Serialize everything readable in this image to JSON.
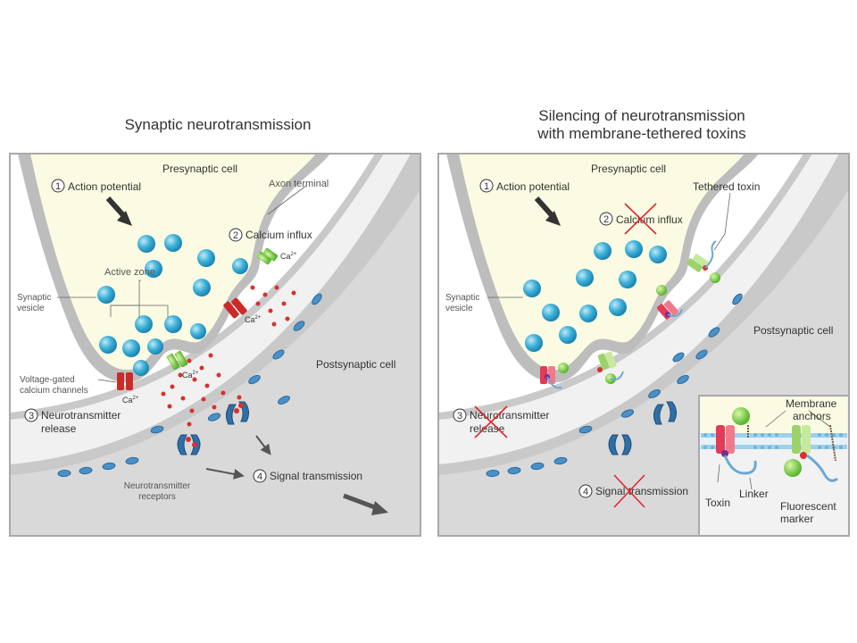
{
  "left_panel": {
    "title": "Synaptic neurotransmission",
    "presynaptic_cell": "Presynaptic cell",
    "postsynaptic_cell": "Postsynaptic cell",
    "axon_terminal": "Axon terminal",
    "active_zone": "Active zone",
    "synaptic_vesicle": [
      "Synaptic",
      "vesicle"
    ],
    "voltage_gated": [
      "Voltage-gated",
      "calcium channels"
    ],
    "receptors": [
      "Neurotransmitter",
      "receptors"
    ],
    "ca_label": "Ca",
    "ca_sup": "2+",
    "steps": [
      {
        "num": "1",
        "label": "Action potential"
      },
      {
        "num": "2",
        "label": "Calcium influx"
      },
      {
        "num": "3",
        "label": "Neurotransmitter",
        "label2": "release"
      },
      {
        "num": "4",
        "label": "Signal transmission"
      }
    ]
  },
  "right_panel": {
    "title_line1": "Silencing of neurotransmission",
    "title_line2": "with membrane-tethered toxins",
    "presynaptic_cell": "Presynaptic cell",
    "postsynaptic_cell": "Postsynaptic cell",
    "tethered_toxin": "Tethered toxin",
    "synaptic_vesicle": [
      "Synaptic",
      "vesicle"
    ],
    "steps": [
      {
        "num": "1",
        "label": "Action potential",
        "blocked": false
      },
      {
        "num": "2",
        "label": "Calcium influx",
        "blocked": true
      },
      {
        "num": "3",
        "label": "Neurotransmitter",
        "label2": "release",
        "blocked": true
      },
      {
        "num": "4",
        "label": "Signal transmission",
        "blocked": true
      }
    ],
    "inset": {
      "membrane_anchors": [
        "Membrane",
        "anchors"
      ],
      "toxin": "Toxin",
      "linker": "Linker",
      "fluorescent_marker": [
        "Fluorescent",
        "marker"
      ]
    }
  },
  "colors": {
    "presynaptic_fill": "#fbfbe3",
    "membrane": "#c8c8c8",
    "cleft": "#ececec",
    "postsynaptic_fill": "#d8d8d8",
    "vesicle": "#3fb0d8",
    "neurotransmitter": "#d8312f",
    "calcium_channel": "#7cc243",
    "toxin_red": "#e23a57",
    "block_x": "#e0262b"
  }
}
